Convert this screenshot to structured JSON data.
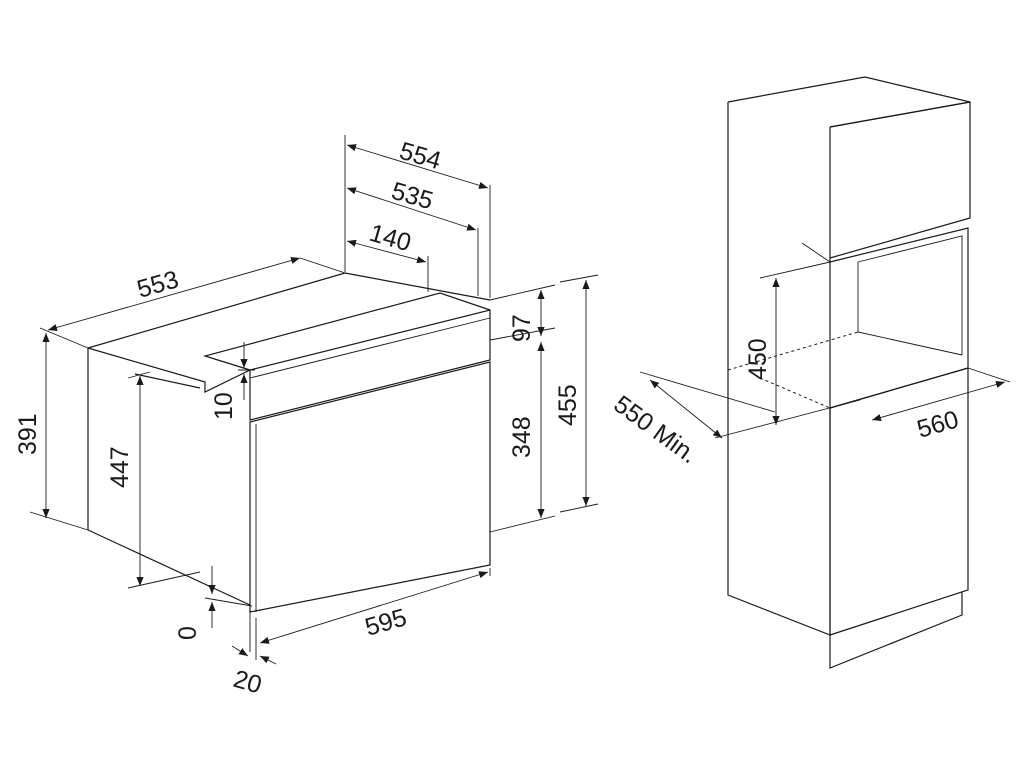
{
  "dimensions": {
    "depth_total": "554",
    "depth_body": "535",
    "depth_panel": "140",
    "width_top": "553",
    "height_front": "97",
    "height_recess": "10",
    "height_inner": "348",
    "height_total": "455",
    "height_side": "391",
    "height_front_left": "447",
    "gap_bottom": "0",
    "width_front": "595",
    "thickness_front": "20"
  },
  "cabinet": {
    "niche_height": "450",
    "niche_depth_min": "550 Min.",
    "niche_width": "560"
  },
  "colors": {
    "line": "#1a1a1a",
    "background": "#ffffff"
  }
}
